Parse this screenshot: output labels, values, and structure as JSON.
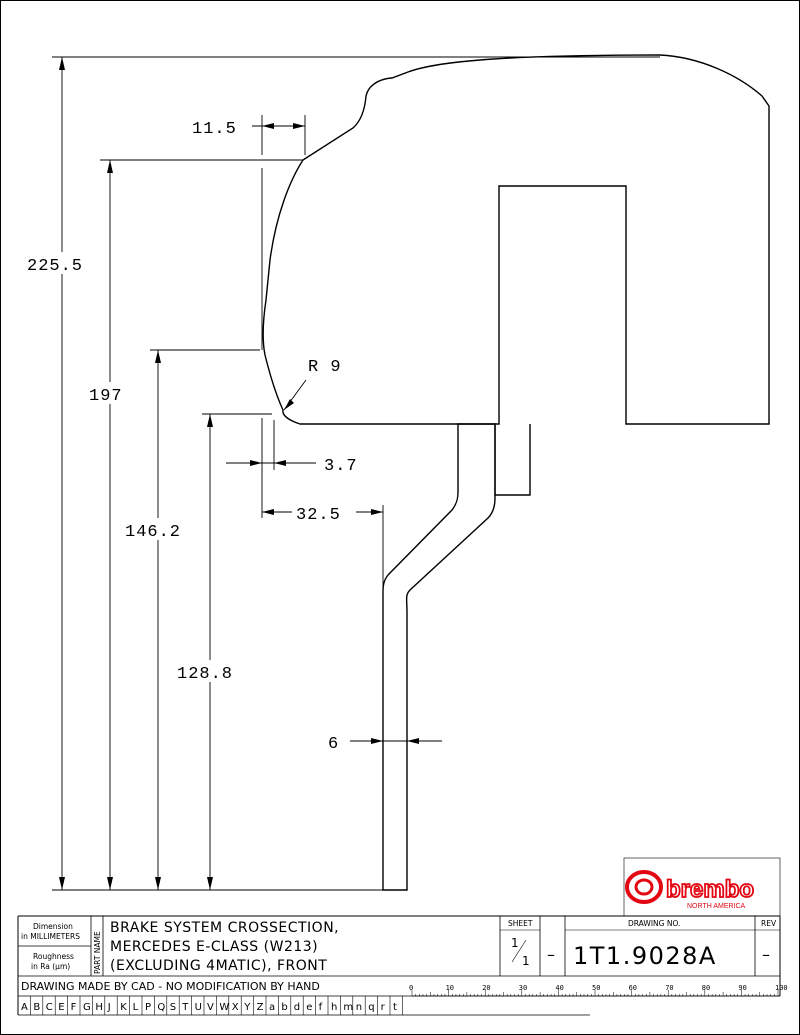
{
  "dimensions": {
    "overall_height": "225.5",
    "height_197": "197",
    "height_146": "146.2",
    "height_128": "128.8",
    "offset_top": "11.5",
    "offset_3_7": "3.7",
    "offset_32_5": "32.5",
    "radius": "R 9",
    "thickness": "6"
  },
  "logo": {
    "brand": "brembo",
    "sub": "NORTH AMERICA",
    "color": "#e30613"
  },
  "title_block": {
    "dim_label_1": "Dimension",
    "dim_label_2": "in MILLIMETERS",
    "rough_label_1": "Roughness",
    "rough_label_2": "in Ra (μm)",
    "part_name_label": "PART NAME",
    "title_line1": "BRAKE SYSTEM CROSSECTION,",
    "title_line2": "MERCEDES E-CLASS (W213)",
    "title_line3": "(EXCLUDING 4MATIC), FRONT",
    "sheet_label": "SHEET",
    "sheet_num": "1",
    "sheet_den": "1",
    "dash1": "–",
    "drawing_no_label": "DRAWING NO.",
    "drawing_no": "1T1.9028A",
    "rev_label": "REV",
    "rev_value": "–",
    "note": "DRAWING MADE BY CAD - NO MODIFICATION BY HAND"
  },
  "scale_numbers": [
    "0",
    "10",
    "20",
    "30",
    "40",
    "50",
    "60",
    "70",
    "80",
    "90",
    "100"
  ],
  "ref_letters": [
    "A",
    "B",
    "C",
    "E",
    "F",
    "G",
    "H",
    "J",
    "K",
    "L",
    "P",
    "Q",
    "S",
    "T",
    "U",
    "V",
    "W",
    "X",
    "Y",
    "Z",
    "a",
    "b",
    "d",
    "e",
    "f",
    "h",
    "m",
    "n",
    "q",
    "r",
    "t"
  ]
}
